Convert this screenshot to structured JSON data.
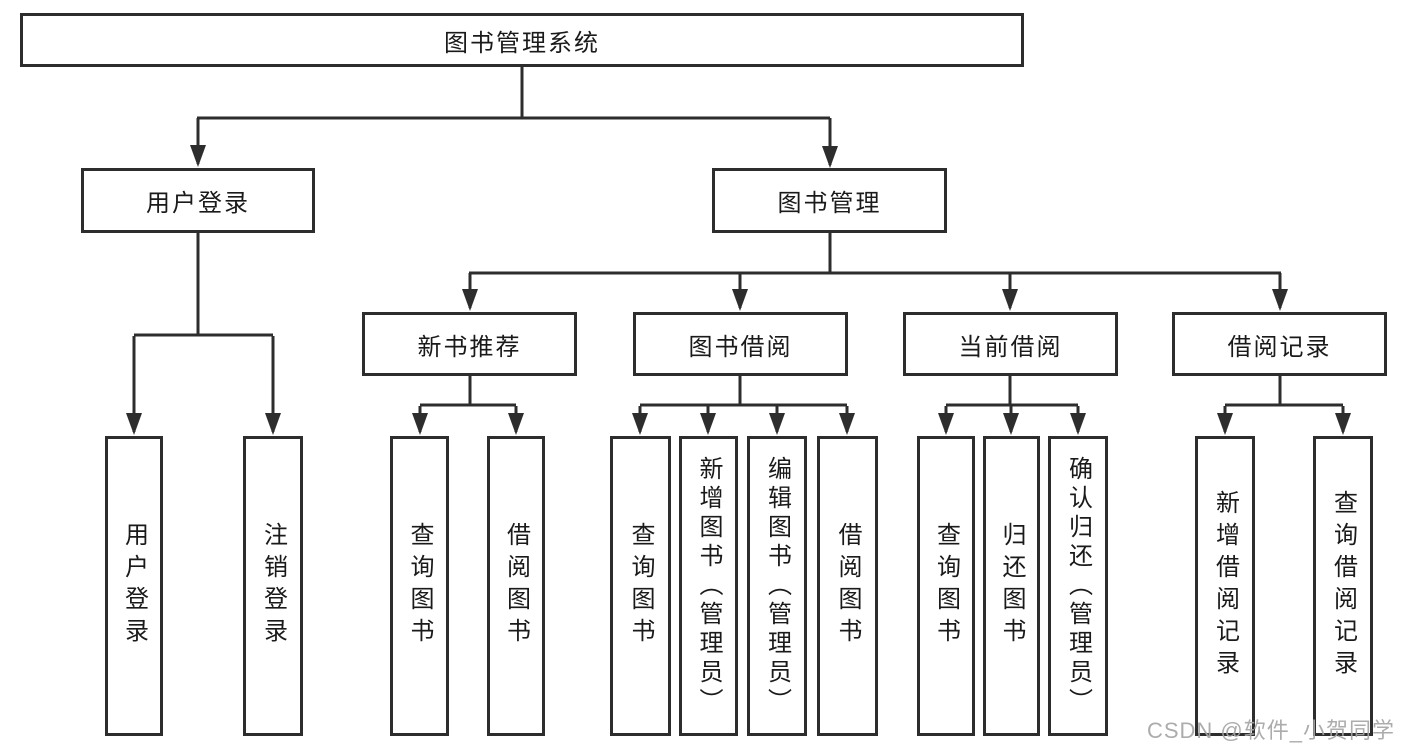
{
  "diagram": {
    "type": "hierarchy-tree",
    "title": "图书管理系统",
    "background_color": "#ffffff",
    "line_color": "#2d2d2d",
    "box_border_color": "#2d2d2d",
    "text_color": "#1a1a1a",
    "watermark": "CSDN @软件_小贺同学",
    "watermark_color": "#a5a5a5",
    "hierarchy": {
      "图书管理系统": [
        "用户登录",
        "图书管理"
      ],
      "用户登录": [
        "用户登录",
        "注销登录"
      ],
      "图书管理": [
        "新书推荐",
        "图书借阅",
        "当前借阅",
        "借阅记录"
      ],
      "新书推荐": [
        "查询图书",
        "借阅图书"
      ],
      "图书借阅": [
        "查询图书",
        "新增图书（管理员）",
        "编辑图书（管理员）",
        "借阅图书"
      ],
      "当前借阅": [
        "查询图书",
        "归还图书",
        "确认归还（管理员）"
      ],
      "借阅记录": [
        "新增借阅记录",
        "查询借阅记录"
      ]
    }
  },
  "nodes": {
    "root": {
      "label": "图书管理系统"
    },
    "user_login": {
      "label": "用户登录"
    },
    "book_mgmt": {
      "label": "图书管理"
    },
    "new_book_rec": {
      "label": "新书推荐"
    },
    "book_borrow": {
      "label": "图书借阅"
    },
    "current_borrow": {
      "label": "当前借阅"
    },
    "borrow_records": {
      "label": "借阅记录"
    },
    "leaf_login": {
      "label": "用户登录"
    },
    "leaf_logout": {
      "label": "注销登录"
    },
    "leaf_nb_query": {
      "label": "查询图书"
    },
    "leaf_nb_borrow": {
      "label": "借阅图书"
    },
    "leaf_bb_query": {
      "label": "查询图书"
    },
    "leaf_bb_add": {
      "label": "新增图书（管理员）"
    },
    "leaf_bb_edit": {
      "label": "编辑图书（管理员）"
    },
    "leaf_bb_borrow": {
      "label": "借阅图书"
    },
    "leaf_cb_query": {
      "label": "查询图书"
    },
    "leaf_cb_return": {
      "label": "归还图书"
    },
    "leaf_cb_confirm": {
      "label": "确认归还（管理员）"
    },
    "leaf_br_add": {
      "label": "新增借阅记录"
    },
    "leaf_br_query": {
      "label": "查询借阅记录"
    }
  }
}
